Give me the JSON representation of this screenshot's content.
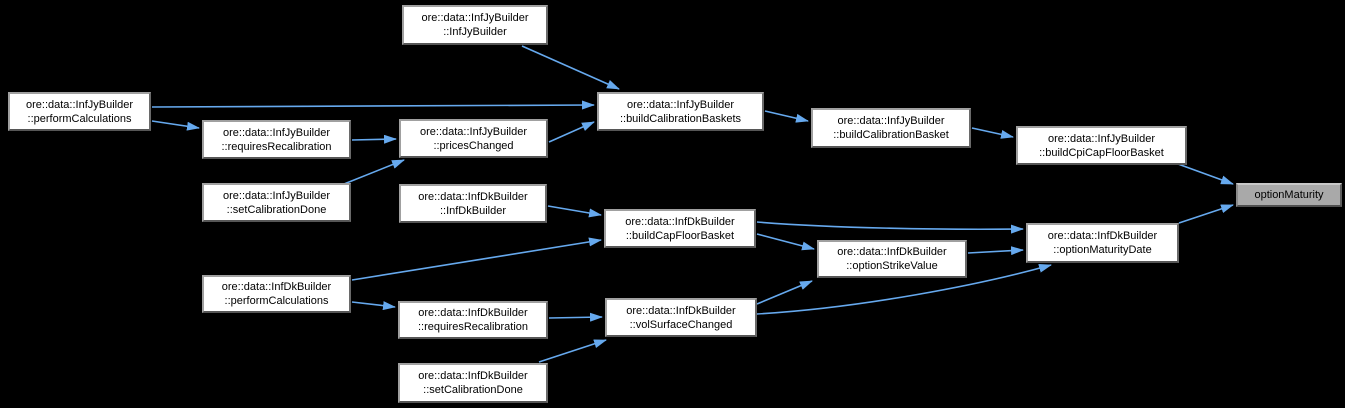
{
  "diagram": {
    "type": "caller-graph",
    "colors": {
      "background": "#000000",
      "edge": "#66a9ee",
      "node_fill": "#ffffff",
      "node_border": "#8f8f8f",
      "node_text": "#000000",
      "highlight_node_fill": "#a9a9a9"
    },
    "nodes": [
      {
        "id": "jy_InfJyBuilder",
        "label": "ore::data::InfJyBuilder\n::InfJyBuilder"
      },
      {
        "id": "jy_performCalculations",
        "label": "ore::data::InfJyBuilder\n::performCalculations"
      },
      {
        "id": "jy_requiresRecalibration",
        "label": "ore::data::InfJyBuilder\n::requiresRecalibration"
      },
      {
        "id": "jy_pricesChanged",
        "label": "ore::data::InfJyBuilder\n::pricesChanged"
      },
      {
        "id": "jy_setCalibrationDone",
        "label": "ore::data::InfJyBuilder\n::setCalibrationDone"
      },
      {
        "id": "dk_InfDkBuilder",
        "label": "ore::data::InfDkBuilder\n::InfDkBuilder"
      },
      {
        "id": "jy_buildCalibrationBaskets",
        "label": "ore::data::InfJyBuilder\n::buildCalibrationBaskets"
      },
      {
        "id": "jy_buildCalibrationBasket",
        "label": "ore::data::InfJyBuilder\n::buildCalibrationBasket"
      },
      {
        "id": "jy_buildCpiCapFloorBasket",
        "label": "ore::data::InfJyBuilder\n::buildCpiCapFloorBasket"
      },
      {
        "id": "optionMaturity",
        "label": "optionMaturity"
      },
      {
        "id": "dk_buildCapFloorBasket",
        "label": "ore::data::InfDkBuilder\n::buildCapFloorBasket"
      },
      {
        "id": "dk_optionStrikeValue",
        "label": "ore::data::InfDkBuilder\n::optionStrikeValue"
      },
      {
        "id": "dk_optionMaturityDate",
        "label": "ore::data::InfDkBuilder\n::optionMaturityDate"
      },
      {
        "id": "dk_performCalculations",
        "label": "ore::data::InfDkBuilder\n::performCalculations"
      },
      {
        "id": "dk_requiresRecalibration",
        "label": "ore::data::InfDkBuilder\n::requiresRecalibration"
      },
      {
        "id": "dk_volSurfaceChanged",
        "label": "ore::data::InfDkBuilder\n::volSurfaceChanged"
      },
      {
        "id": "dk_setCalibrationDone",
        "label": "ore::data::InfDkBuilder\n::setCalibrationDone"
      }
    ],
    "edges": [
      {
        "from": "jy_InfJyBuilder",
        "to": "jy_buildCalibrationBaskets"
      },
      {
        "from": "jy_performCalculations",
        "to": "jy_buildCalibrationBaskets"
      },
      {
        "from": "jy_performCalculations",
        "to": "jy_requiresRecalibration"
      },
      {
        "from": "jy_requiresRecalibration",
        "to": "jy_pricesChanged"
      },
      {
        "from": "jy_setCalibrationDone",
        "to": "jy_pricesChanged"
      },
      {
        "from": "jy_pricesChanged",
        "to": "jy_buildCalibrationBaskets"
      },
      {
        "from": "jy_buildCalibrationBaskets",
        "to": "jy_buildCalibrationBasket"
      },
      {
        "from": "jy_buildCalibrationBasket",
        "to": "jy_buildCpiCapFloorBasket"
      },
      {
        "from": "jy_buildCpiCapFloorBasket",
        "to": "optionMaturity"
      },
      {
        "from": "dk_InfDkBuilder",
        "to": "dk_buildCapFloorBasket"
      },
      {
        "from": "dk_performCalculations",
        "to": "dk_buildCapFloorBasket"
      },
      {
        "from": "dk_performCalculations",
        "to": "dk_requiresRecalibration"
      },
      {
        "from": "dk_requiresRecalibration",
        "to": "dk_volSurfaceChanged"
      },
      {
        "from": "dk_setCalibrationDone",
        "to": "dk_volSurfaceChanged"
      },
      {
        "from": "dk_buildCapFloorBasket",
        "to": "dk_optionStrikeValue"
      },
      {
        "from": "dk_buildCapFloorBasket",
        "to": "dk_optionMaturityDate"
      },
      {
        "from": "dk_optionStrikeValue",
        "to": "dk_optionMaturityDate"
      },
      {
        "from": "dk_volSurfaceChanged",
        "to": "dk_optionStrikeValue"
      },
      {
        "from": "dk_volSurfaceChanged",
        "to": "dk_optionMaturityDate"
      },
      {
        "from": "dk_optionMaturityDate",
        "to": "optionMaturity"
      }
    ]
  }
}
